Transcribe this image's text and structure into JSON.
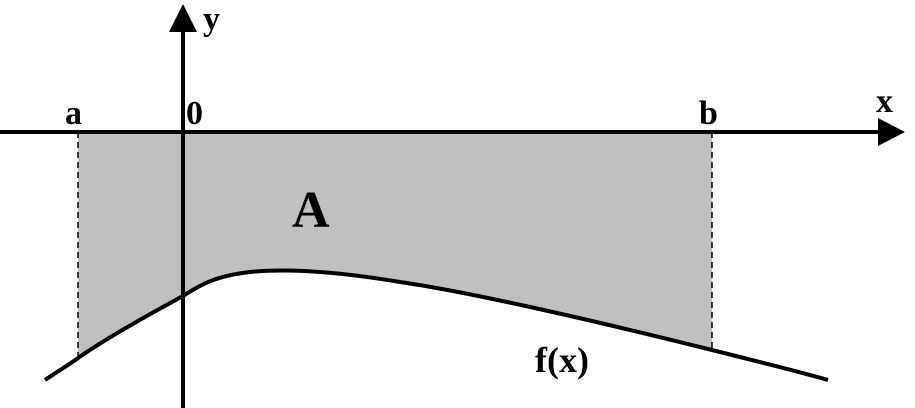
{
  "labels": {
    "x_axis": "x",
    "y_axis": "y",
    "origin": "0",
    "lower_bound": "a",
    "upper_bound": "b",
    "area": "A",
    "function": "f(x)"
  },
  "colors": {
    "area_fill": "#c0c0c0",
    "stroke": "#000000",
    "background": "#ffffff"
  }
}
